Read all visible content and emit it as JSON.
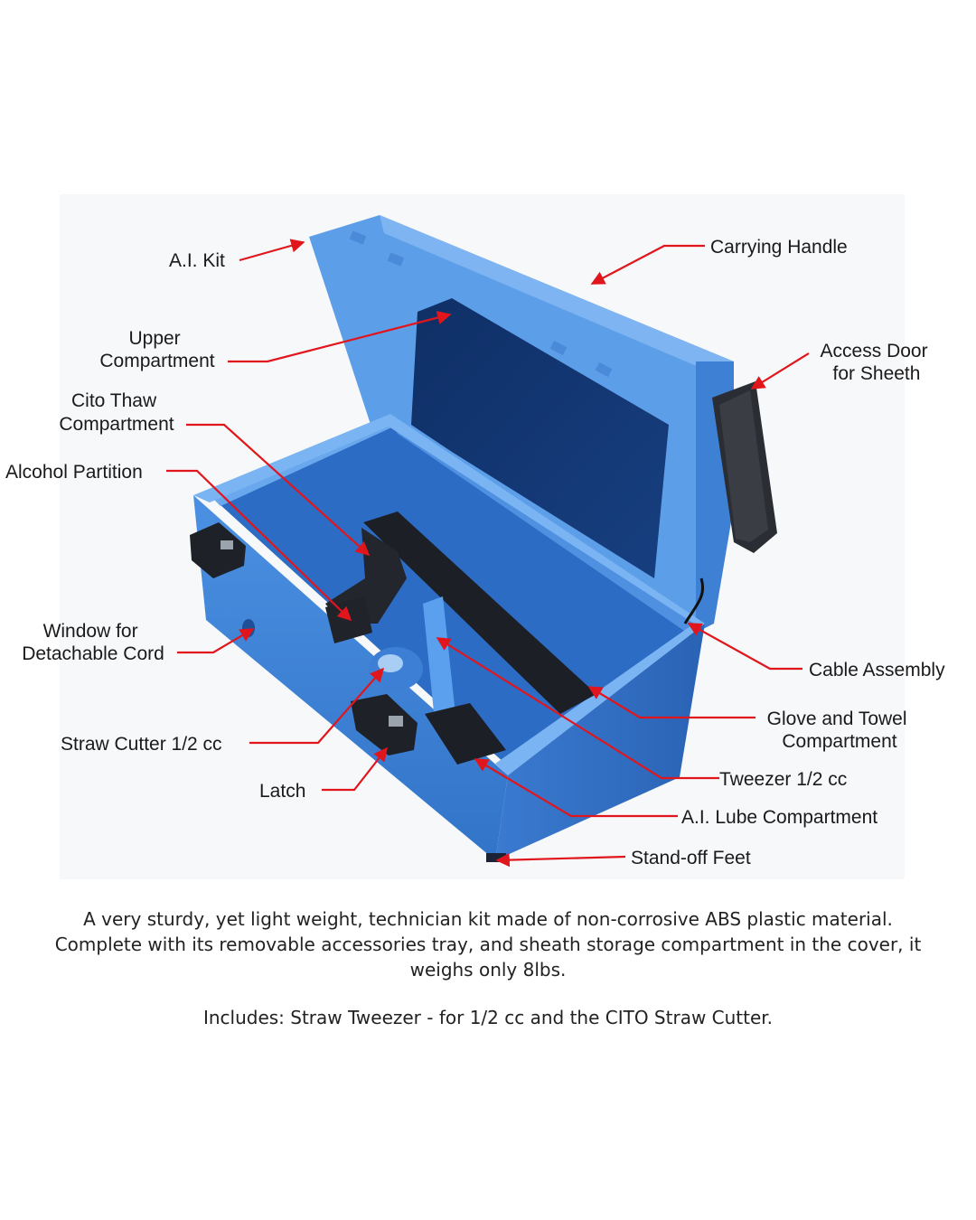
{
  "labels": {
    "ai_kit": "A.I. Kit",
    "carrying_handle": "Carrying Handle",
    "upper_compartment": [
      "Upper",
      "Compartment"
    ],
    "access_door": [
      "Access Door",
      "for Sheeth"
    ],
    "cito_thaw": [
      "Cito Thaw",
      "Compartment"
    ],
    "alcohol_partition": "Alcohol Partition",
    "window_cord": [
      "Window for",
      "Detachable Cord"
    ],
    "cable_assembly": "Cable Assembly",
    "glove_towel": [
      "Glove and Towel",
      "Compartment"
    ],
    "straw_cutter": "Straw Cutter 1/2 cc",
    "tweezer": "Tweezer 1/2 cc",
    "latch": "Latch",
    "lube": "A.I. Lube Compartment",
    "feet": "Stand-off Feet"
  },
  "caption": {
    "paragraph": "A very sturdy, yet light weight, technician kit made of non-corrosive ABS plastic material. Complete with its removable accessories tray, and sheath storage compartment in the cover, it weighs only 8lbs.",
    "includes": "Includes: Straw Tweezer - for 1/2 cc and the CITO Straw Cutter."
  },
  "colors": {
    "arrow": "#e0161c",
    "box_blue": "#3f86dc",
    "box_light": "#5fa2ec",
    "box_dark": "#1f4f96",
    "tray": "#1c1f26"
  }
}
